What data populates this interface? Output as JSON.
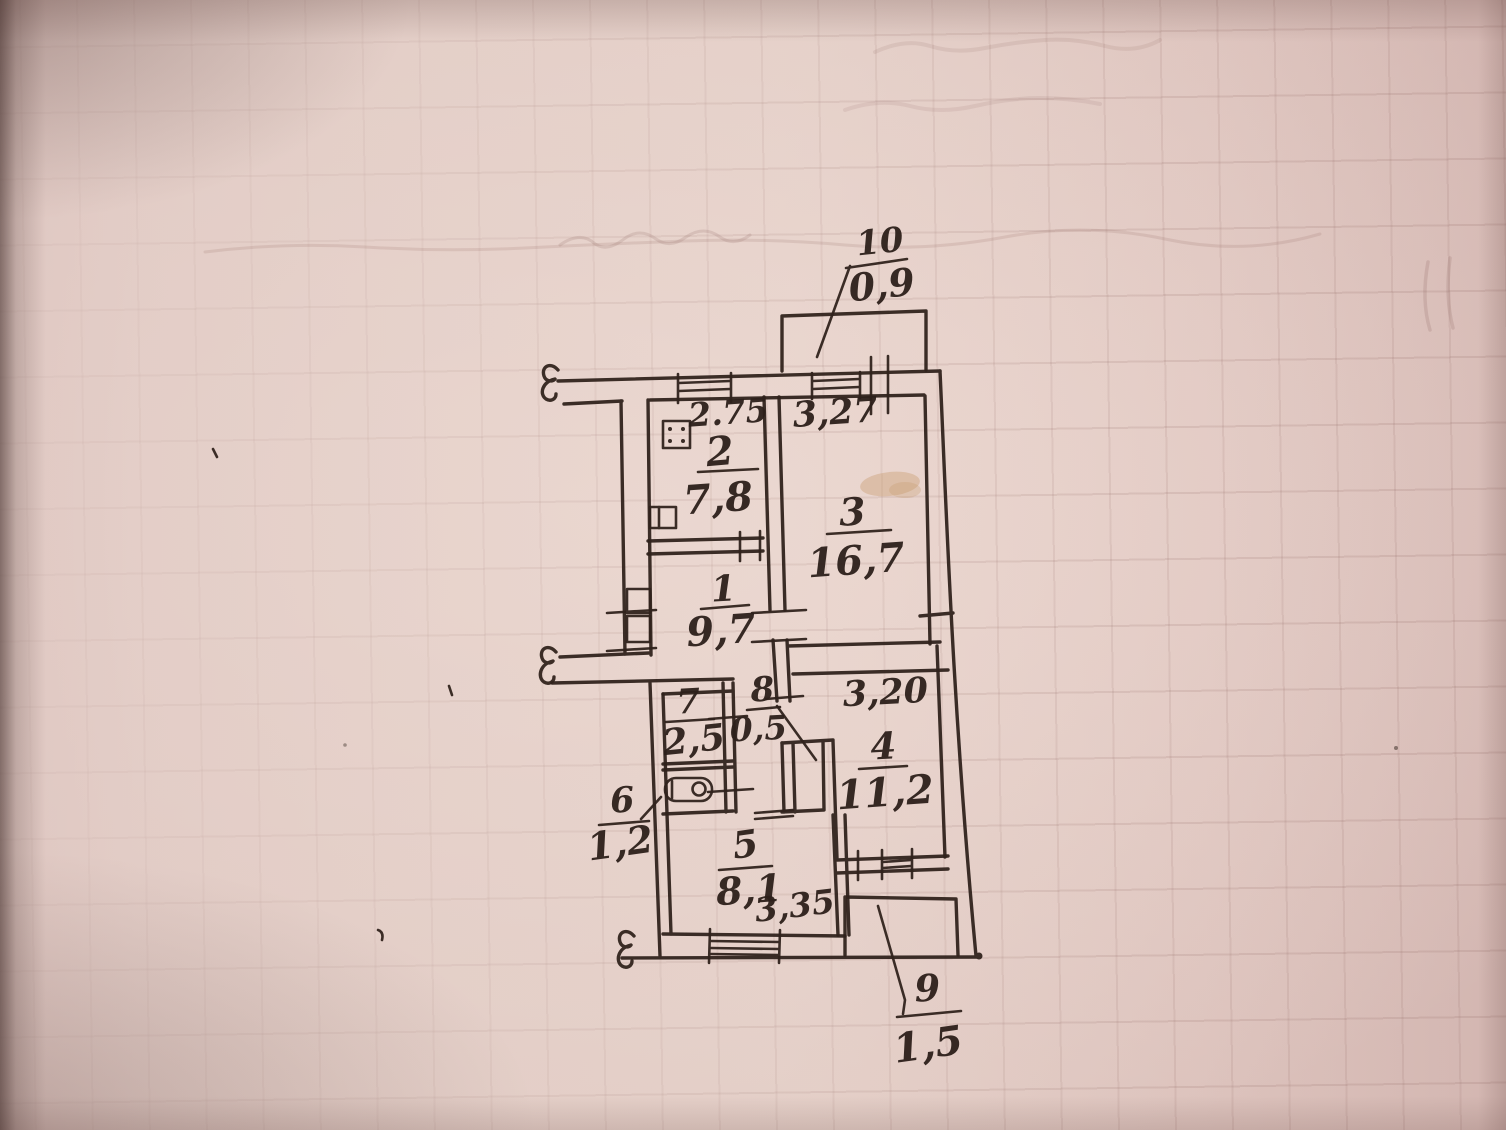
{
  "plan": {
    "description": "hand-drawn apartment floor plan on squared paper",
    "rooms": [
      {
        "number": "1",
        "area": "9,7"
      },
      {
        "number": "2",
        "area": "7,8"
      },
      {
        "number": "3",
        "area": "16,7"
      },
      {
        "number": "4",
        "area": "11,2"
      },
      {
        "number": "5",
        "area": "8,1"
      },
      {
        "number": "6",
        "area": "1,2"
      },
      {
        "number": "7",
        "area": "2,5"
      },
      {
        "number": "8",
        "area": "0,5"
      },
      {
        "number": "9",
        "area": "1,5"
      },
      {
        "number": "10",
        "area": "0,9"
      }
    ],
    "dimensions": {
      "room2_width": "2.75",
      "room3_width": "3,27",
      "room4_width": "3,20",
      "room5_width": "3,35"
    },
    "symbols": {
      "stove": "gas-stove-icon",
      "sink": "sink-icon",
      "bath": "bathtub-icon",
      "window": "window-hatch-symbol",
      "wall_break": "wall-break-mark"
    }
  },
  "colors": {
    "paper": "#e0c9c2",
    "ink": "#30221c",
    "grid_line": "#a98883",
    "stain": "#c89a6e"
  }
}
